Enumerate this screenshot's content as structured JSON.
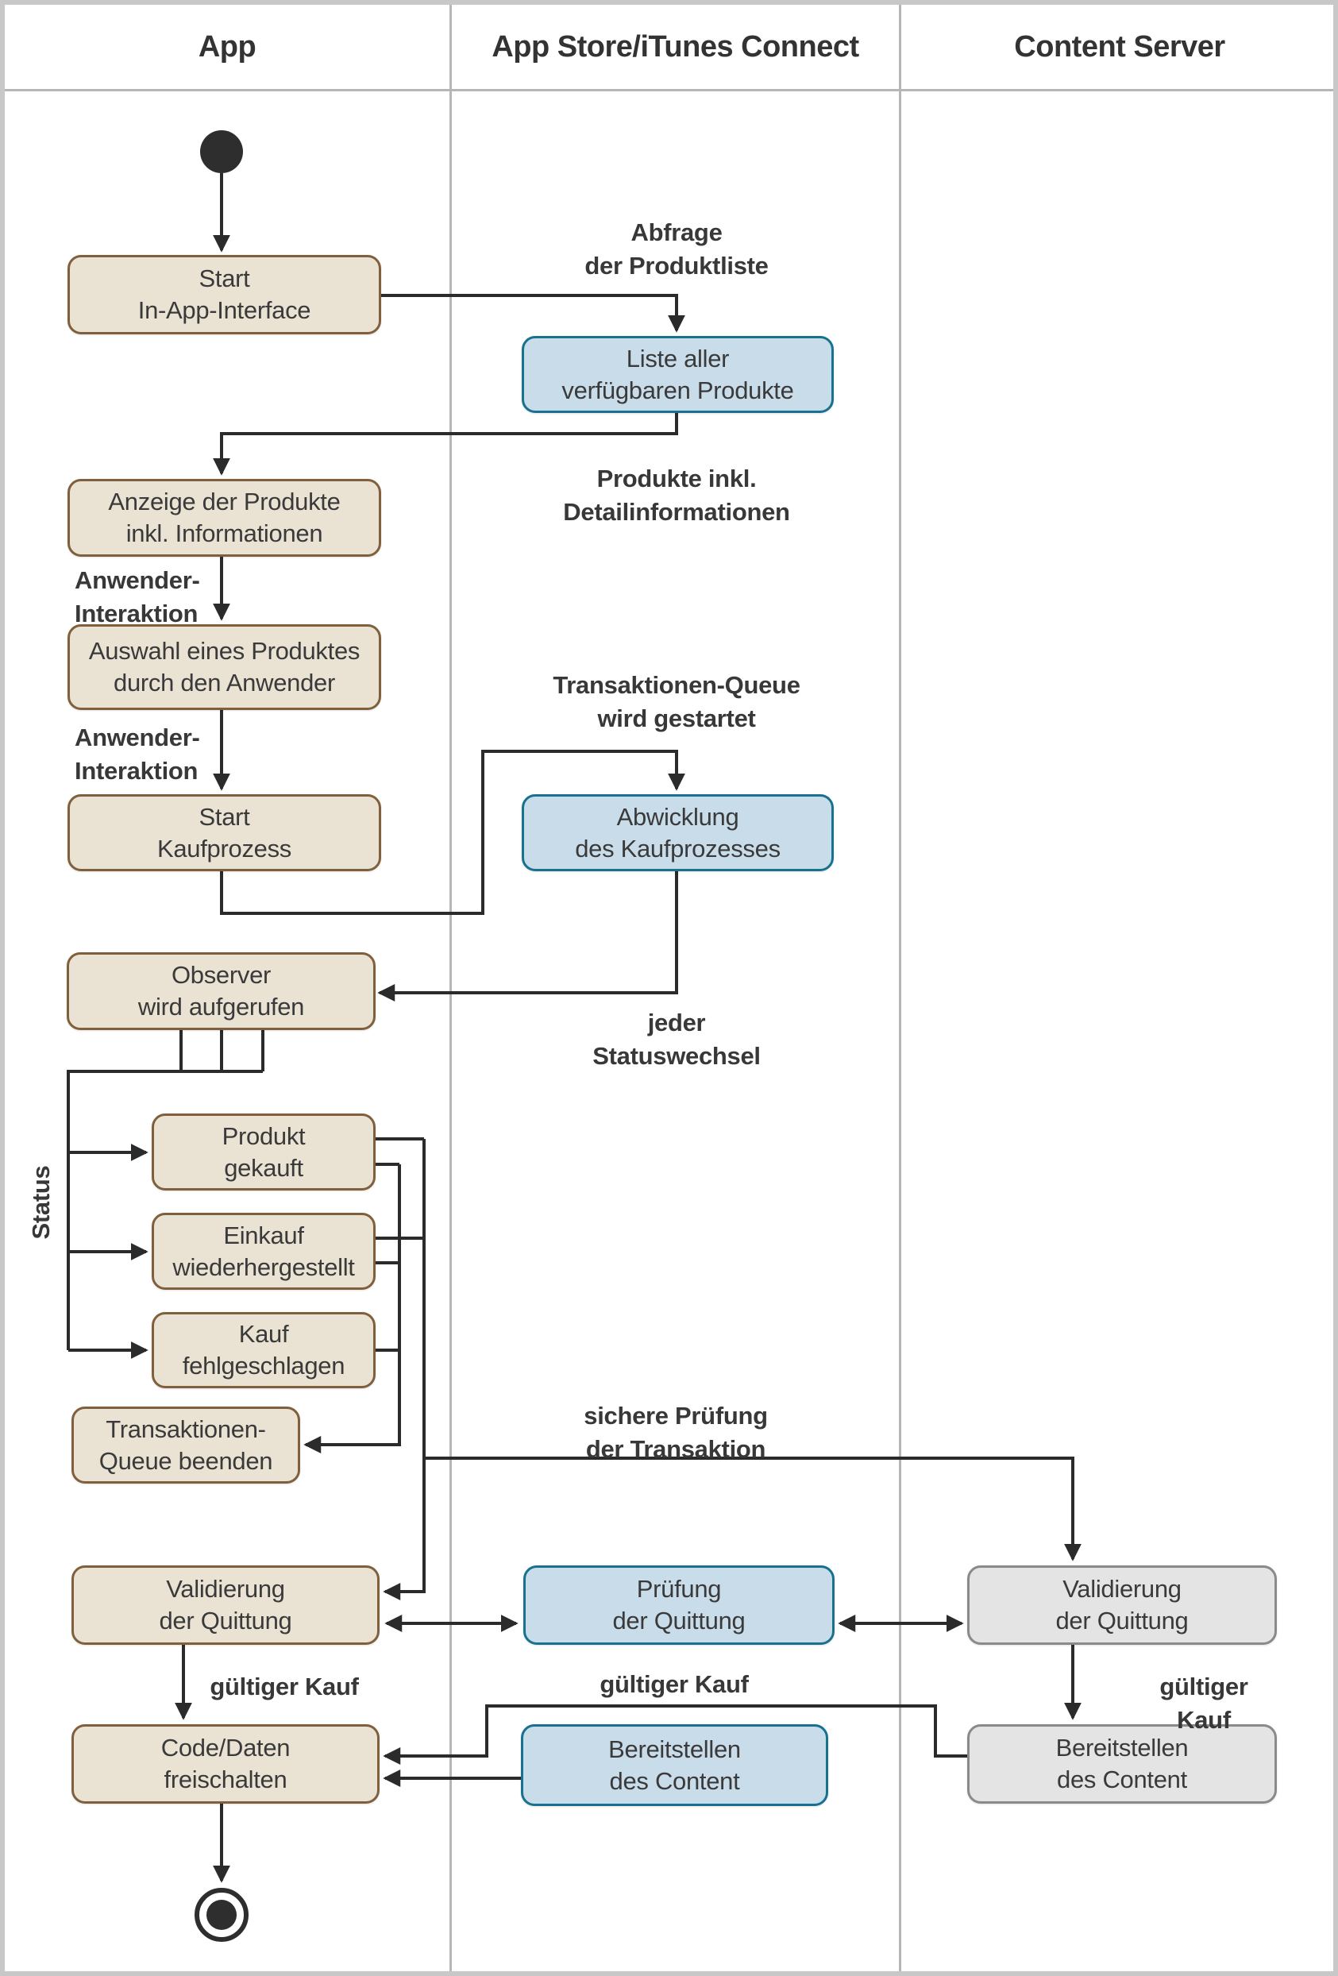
{
  "lanes": [
    {
      "title": "App"
    },
    {
      "title": "App Store/iTunes Connect"
    },
    {
      "title": "Content Server"
    }
  ],
  "nodes": {
    "start_in_app": {
      "text": "Start\nIn-App-Interface",
      "style": "tan"
    },
    "liste": {
      "text": "Liste aller\nverfügbaren Produkte",
      "style": "blue"
    },
    "anzeige": {
      "text": "Anzeige der Produkte\ninkl. Informationen",
      "style": "tan"
    },
    "auswahl": {
      "text": "Auswahl eines Produktes\ndurch den Anwender",
      "style": "tan"
    },
    "start_kauf": {
      "text": "Start\nKaufprozess",
      "style": "tan"
    },
    "abwicklung": {
      "text": "Abwicklung\ndes Kaufprozesses",
      "style": "blue"
    },
    "observer": {
      "text": "Observer\nwird aufgerufen",
      "style": "tan"
    },
    "produkt_gekauft": {
      "text": "Produkt\ngekauft",
      "style": "tan"
    },
    "einkauf_wieder": {
      "text": "Einkauf\nwiederhergestellt",
      "style": "tan"
    },
    "kauf_fehl": {
      "text": "Kauf\nfehlgeschlagen",
      "style": "tan"
    },
    "queue_beenden": {
      "text": "Transaktionen-\nQueue beenden",
      "style": "tan"
    },
    "validierung_app": {
      "text": "Validierung\nder Quittung",
      "style": "tan"
    },
    "pruefung": {
      "text": "Prüfung\nder Quittung",
      "style": "blue"
    },
    "validierung_server": {
      "text": "Validierung\nder Quittung",
      "style": "gray"
    },
    "code_daten": {
      "text": "Code/Daten\nfreischalten",
      "style": "tan"
    },
    "bereitstellen_store": {
      "text": "Bereitstellen\ndes Content",
      "style": "blue"
    },
    "bereitstellen_server": {
      "text": "Bereitstellen\ndes Content",
      "style": "gray"
    }
  },
  "labels": {
    "abfrage": {
      "text": "Abfrage\nder Produktliste"
    },
    "produkte_inkl": {
      "text": "Produkte inkl.\nDetailinformationen"
    },
    "anwender_1": {
      "text": "Anwender-\nInteraktion"
    },
    "anwender_2": {
      "text": "Anwender-\nInteraktion"
    },
    "queue_gestartet": {
      "text": "Transaktionen-Queue\nwird gestartet"
    },
    "jeder_status": {
      "text": "jeder\nStatuswechsel"
    },
    "status": {
      "text": "Status"
    },
    "sichere_pruefung": {
      "text": "sichere Prüfung\nder Transaktion"
    },
    "gueltig_links": {
      "text": "gültiger Kauf"
    },
    "gueltig_mitte": {
      "text": "gültiger Kauf"
    },
    "gueltig_rechts": {
      "text": "gültiger Kauf"
    }
  },
  "colors": {
    "tan_fill": "#eae3d4",
    "tan_border": "#80603c",
    "blue_fill": "#c9dcea",
    "blue_border": "#17718f",
    "gray_fill": "#e4e4e4",
    "gray_border": "#8a8a8a",
    "wire": "#2b2b2b",
    "text": "#3a3a3a",
    "frame": "#c8c8c8",
    "lane_divider": "#b6b6b6"
  }
}
